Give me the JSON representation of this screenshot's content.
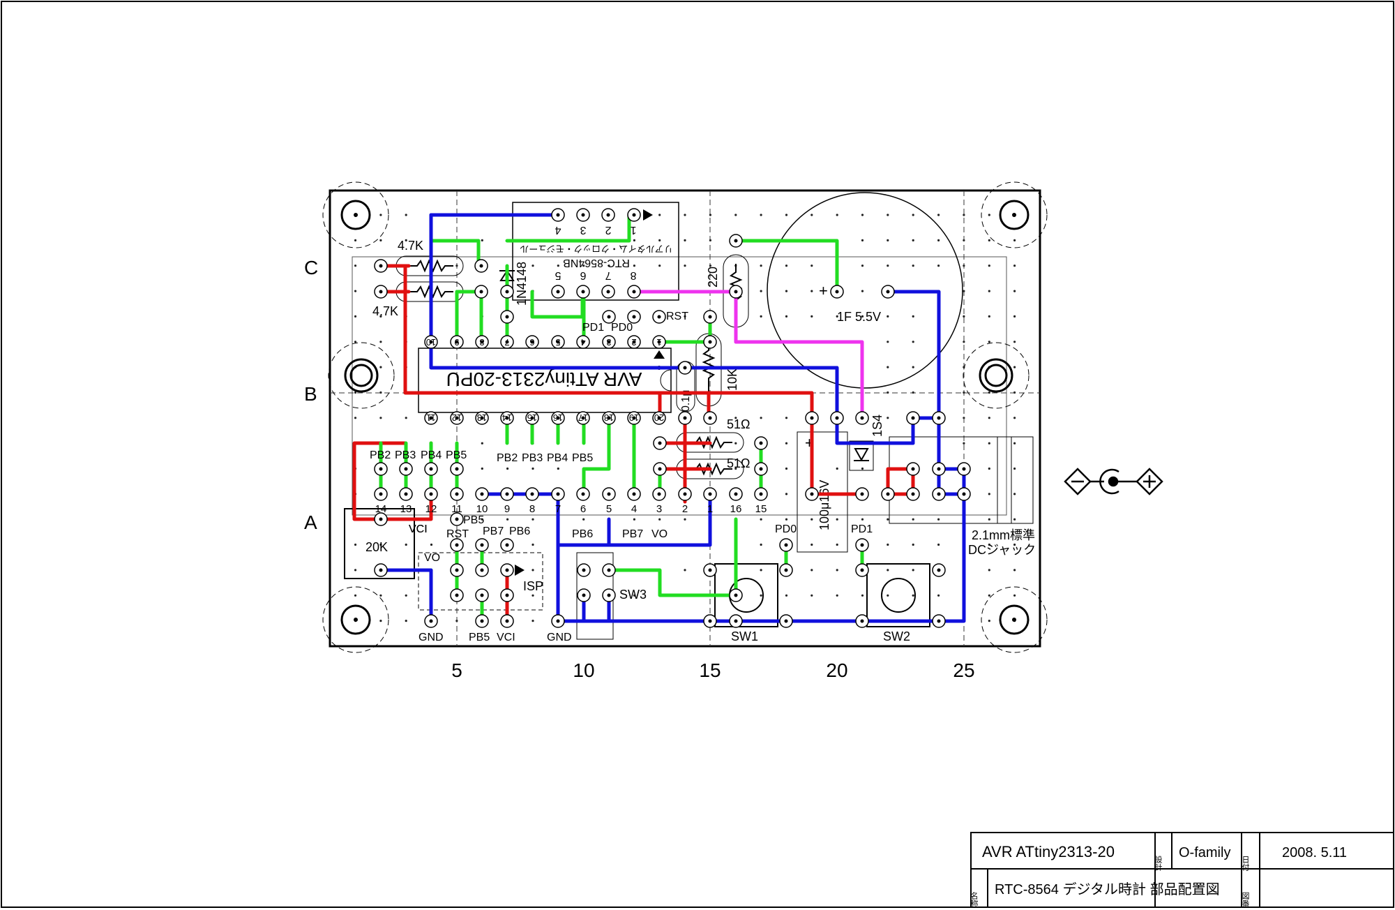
{
  "axis": {
    "rows": [
      "C",
      "B",
      "A"
    ],
    "columns": [
      "5",
      "10",
      "15",
      "20",
      "25"
    ]
  },
  "components": {
    "r1": "4.7K",
    "r2": "4.7K",
    "diode": "1N4148",
    "rtc_module": "RTC-8564NB",
    "rtc_module_sub": "リアルタイム・クロック・モジュール",
    "r220": "220",
    "supercap": "1F 5.5V",
    "supercap_plus": "+",
    "mcu": "AVR ATtiny2313-20PU",
    "cap_01": "0.1μ",
    "r10k": "10K",
    "r51_a": "51Ω",
    "r51_b": "51Ω",
    "diode_1s4": "1S4",
    "elec_cap": "100μ16V",
    "elec_cap_plus": "+",
    "trimmer": "20K",
    "isp": "ISP",
    "sw1": "SW1",
    "sw2": "SW2",
    "sw3": "SW3",
    "dc_jack_1": "2.1mm標準",
    "dc_jack_2": "DCジャック"
  },
  "rtc_pins": {
    "top": [
      "4",
      "3",
      "2",
      "1"
    ],
    "bottom": [
      "5",
      "6",
      "7",
      "8"
    ]
  },
  "mcu_pins": {
    "top": [
      "10",
      "9",
      "8",
      "7",
      "6",
      "5",
      "4",
      "3",
      "2",
      "1"
    ],
    "bottom": [
      "11",
      "12",
      "13",
      "14",
      "15",
      "16",
      "17",
      "18",
      "19",
      "20"
    ],
    "top_labels": [
      "PD1",
      "PD0",
      "RST"
    ],
    "bottom_labels": [
      "PB2",
      "PB3",
      "PB4",
      "PB5"
    ]
  },
  "lcd_pins": {
    "numbers": [
      "14",
      "13",
      "12",
      "11",
      "10",
      "9",
      "8",
      "7",
      "6",
      "5",
      "4",
      "3",
      "2",
      "1",
      "16",
      "15"
    ],
    "top_labels": [
      "PB2",
      "PB3",
      "PB4",
      "PB5"
    ],
    "bottom_labels": [
      "VCI",
      "PB5",
      "PB6",
      "PB7",
      "VO"
    ]
  },
  "isp_labels": {
    "vci": "VCI",
    "vo": "VO",
    "rst": "RST",
    "pb7": "PB7",
    "pb6": "PB6",
    "gnd": "GND",
    "pb5": "PB5",
    "vci2": "VCI",
    "gnd2": "GND"
  },
  "switch_labels": {
    "pd0": "PD0",
    "pd1": "PD1"
  },
  "title_block": {
    "project": "AVR ATtiny2313-20",
    "design_label": "設計",
    "designer": "O-family",
    "date_label": "日付",
    "date": "2008. 5.11",
    "name_label": "名称",
    "name": "RTC-8564 デジタル時計 部品配置図",
    "drawing_no_label": "図番",
    "drawing_no": ""
  },
  "colors": {
    "red": "#e01010",
    "green": "#22dd22",
    "blue": "#1010dd",
    "magenta": "#ee33ee"
  }
}
